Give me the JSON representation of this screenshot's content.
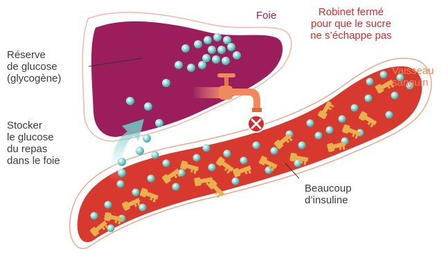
{
  "labels": {
    "foie": "Foie",
    "robinet": "Robinet fermé\npour que le sucre\nne s’échappe pas",
    "reserve": "Réserve\nde glucose\n(glycogène)",
    "vaisseau": "Vaisseau\nsanguin",
    "stocker": "Stocker\nle glucose\ndu repas\ndans le foie",
    "insuline": "Beaucoup\nd’insuline"
  },
  "colors": {
    "liver": "#9c1d5b",
    "vessel": "#d8392f",
    "vessel_outline": "#f0a58a",
    "glucose": "#7fd3cf",
    "insulin_key": "#e8b04e",
    "faucet": "#f08a5d",
    "closed_marker": "#d8282f",
    "arrow": "#6fc6c0",
    "text_red": "#d8282f",
    "text_plum": "#9c1d5b",
    "text_orange": "#f08050",
    "text_dark": "#3a3a3a"
  },
  "icons": {
    "closed": "x-circle-icon",
    "tap": "faucet-icon",
    "molecule": "glucose-molecule-icon",
    "hormone": "insulin-key-icon"
  }
}
